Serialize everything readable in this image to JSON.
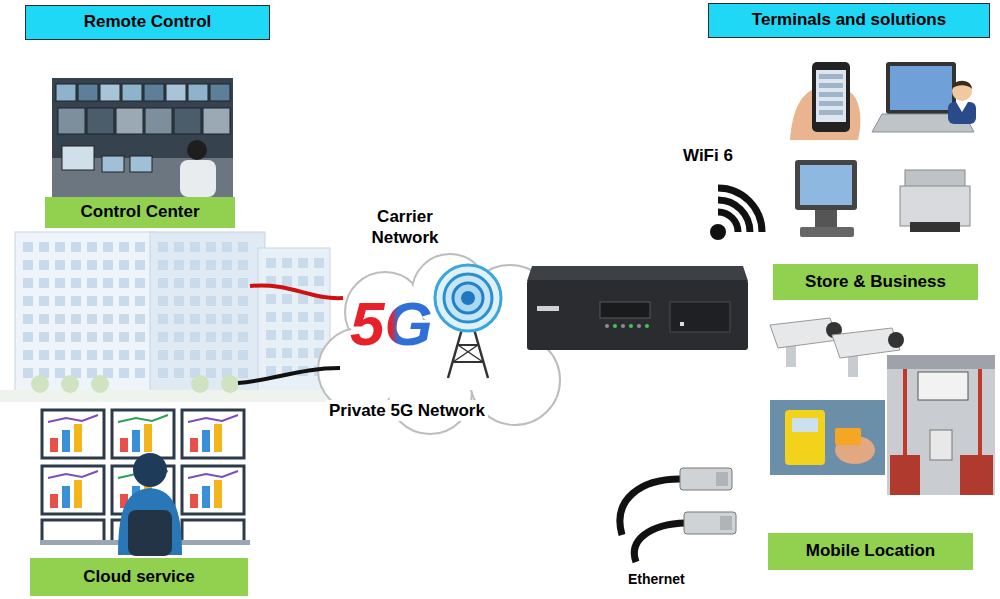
{
  "diagram": {
    "nodes": [
      {
        "text": [
          "Remote Control"
        ]
      },
      {
        "text": [
          "Terminals and solutions"
        ]
      },
      {
        "text": [
          "Control Center"
        ]
      },
      {
        "text": [
          "Store & Business"
        ]
      },
      {
        "text": [
          "Cloud service"
        ]
      },
      {
        "text": [
          "Mobile Location"
        ]
      }
    ],
    "labels": [
      "WiFi 6",
      "Carrier Network",
      "5G",
      "Private 5G Network",
      "Ethernet"
    ]
  }
}
